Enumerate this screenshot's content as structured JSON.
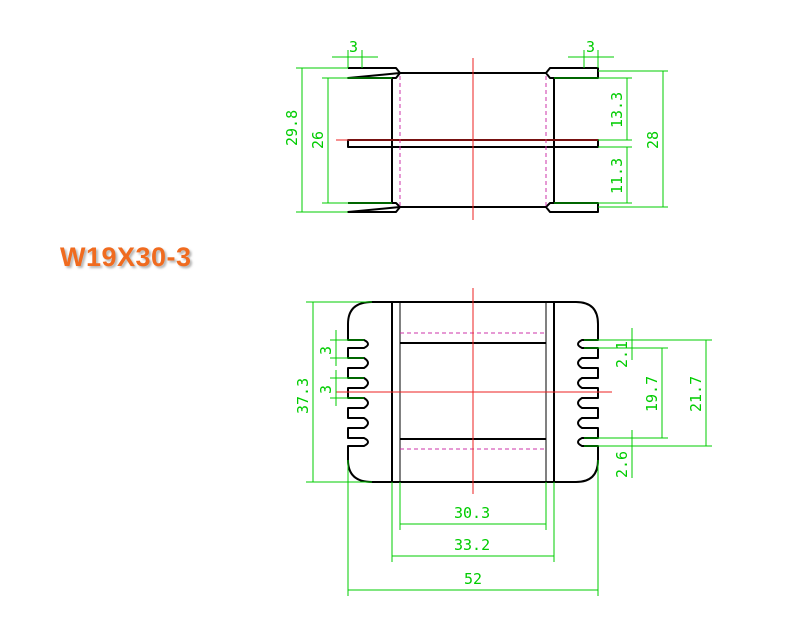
{
  "title": "W19X30-3",
  "colors": {
    "outline": "#000000",
    "dimension": "#00cc00",
    "centerline": "#ee2222",
    "hidden_line": "#cc33aa",
    "title": "#f06b1f"
  },
  "top_view": {
    "dims": {
      "flange_left": "3",
      "flange_right": "3",
      "height_total": "29.8",
      "height_inner": "26",
      "upper_section": "13.3",
      "lower_section": "11.3",
      "height_right": "28"
    }
  },
  "bottom_view": {
    "dims": {
      "slot_pitch": "3",
      "slot_width": "3",
      "height_total": "37.3",
      "slot_gap_top": "2.1",
      "slot_span": "19.7",
      "outer_span": "21.7",
      "slot_gap_bottom": "2.6",
      "inner_width": "30.3",
      "mid_width": "33.2",
      "total_width": "52"
    }
  }
}
